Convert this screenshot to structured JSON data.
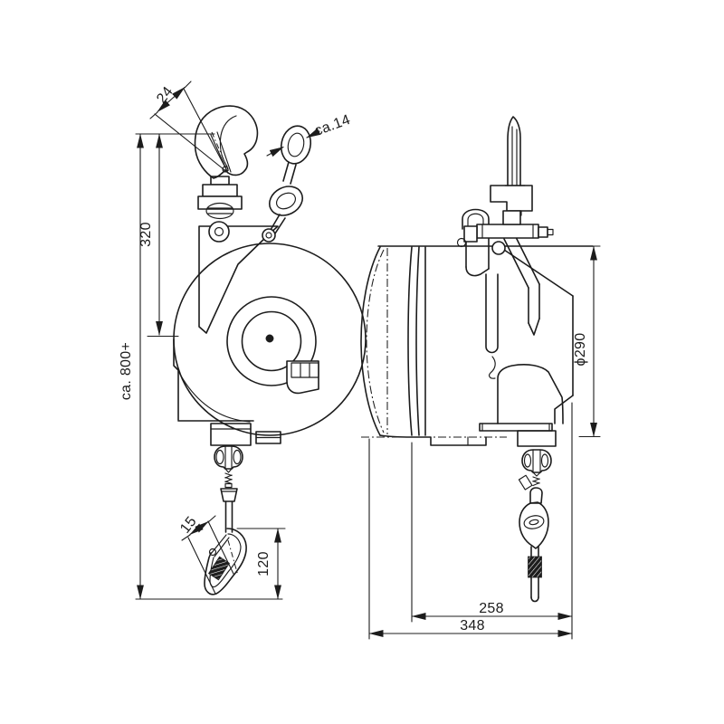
{
  "drawing": {
    "type": "technical-dimension-drawing",
    "subject": "spring balancer with top hook, chain suspension and bottom snap hook (front and side views)",
    "background_color": "#ffffff",
    "line_color": "#1c1c1c",
    "dimensions": {
      "hook_opening": "24",
      "chain_thickness": "ca.14",
      "hook_to_axis": "320",
      "overall_length": "ca. 800+",
      "snap_hook_opening": "15",
      "snap_hook_length": "120",
      "housing_diameter": "ϕ290",
      "depth_body": "258",
      "depth_overall": "348"
    }
  }
}
